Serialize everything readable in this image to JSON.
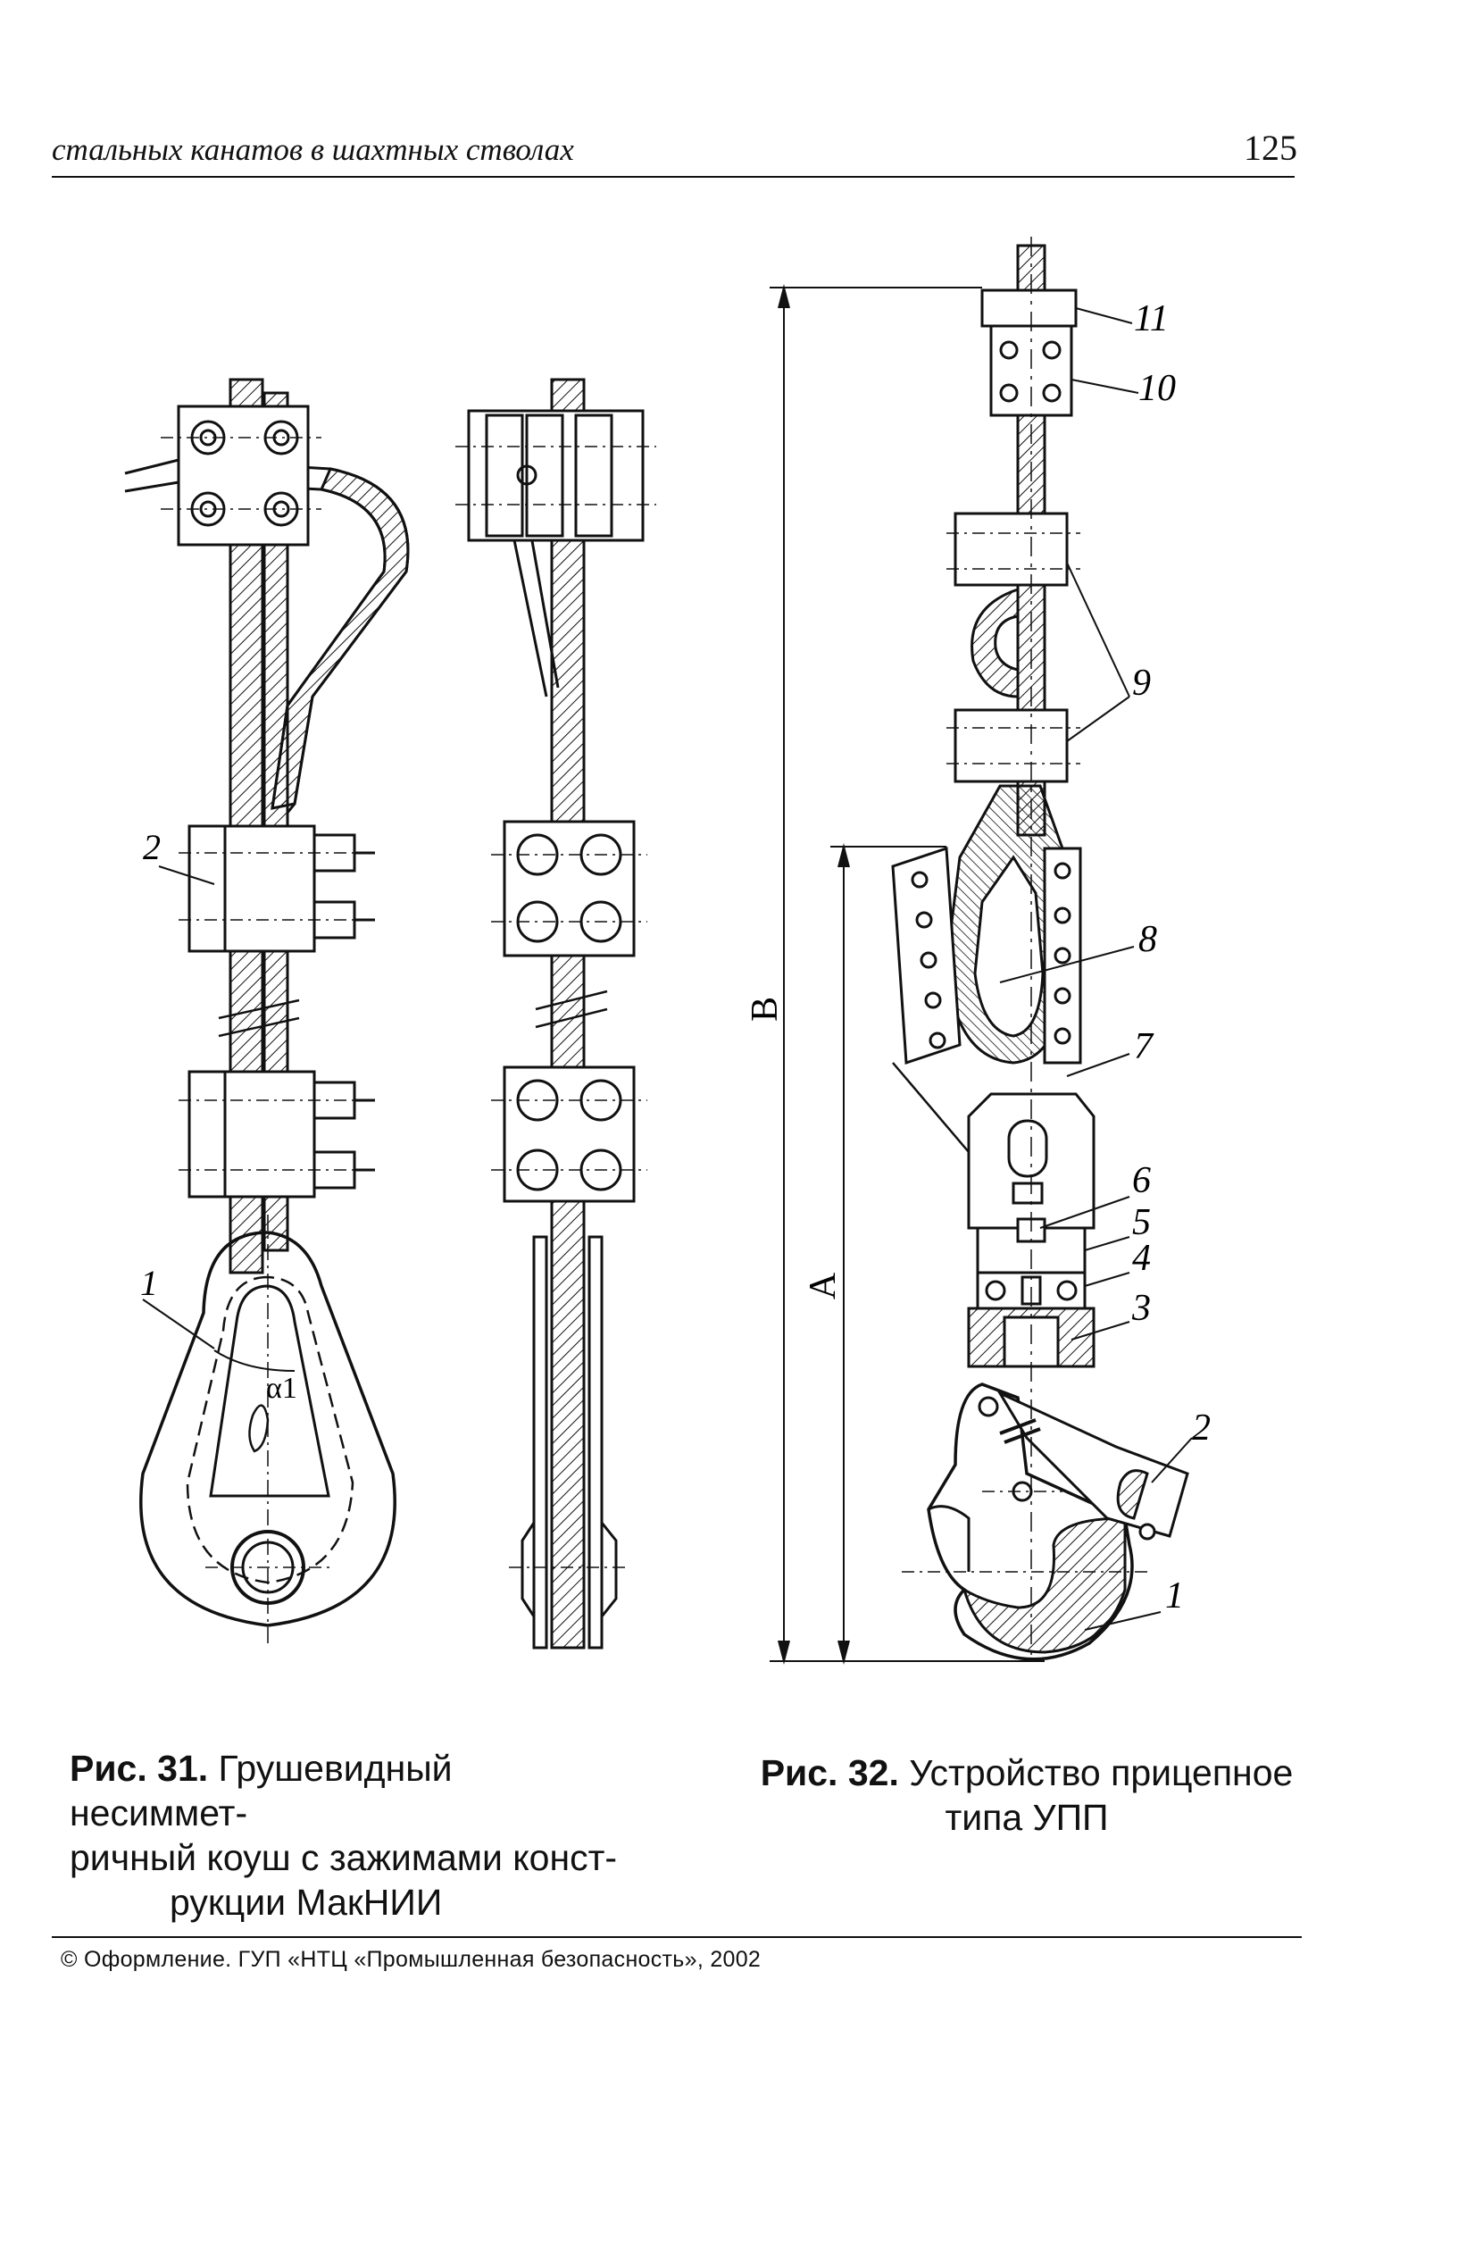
{
  "header": {
    "running_head": "стальных канатов в шахтных стволах",
    "page_number": "125"
  },
  "figure31": {
    "labels": {
      "clamp": "2",
      "thimble": "1",
      "angle": "α1"
    },
    "caption_bold": "Рис. 31.",
    "caption_line1": " Грушевидный несиммет-",
    "caption_line2": "ричный коуш с зажимами конст-",
    "caption_line3": "рукции МакНИИ"
  },
  "figure32": {
    "labels": {
      "n11": "11",
      "n10": "10",
      "n9": "9",
      "n8": "8",
      "n7": "7",
      "n6": "6",
      "n5": "5",
      "n4": "4",
      "n3": "3",
      "n2": "2",
      "n1": "1",
      "dimB": "B",
      "dimA": "A"
    },
    "caption_bold": "Рис. 32.",
    "caption_line1": " Устройство прицепное",
    "caption_line2": "типа УПП"
  },
  "footer": {
    "text": "© Оформление. ГУП «НТЦ «Промышленная безопасность», 2002"
  }
}
